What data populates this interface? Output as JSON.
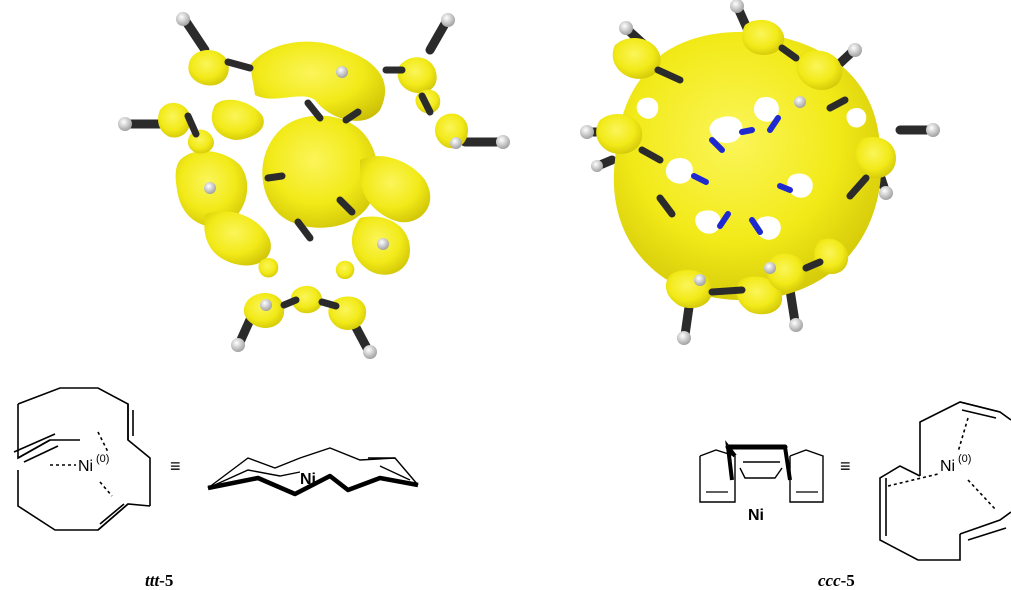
{
  "structures": {
    "left": {
      "metal_label": "Ni",
      "oxidation_state": "(0)",
      "equiv_symbol": "≡",
      "perspective_metal_label": "Ni",
      "compound_prefix": "ttt",
      "compound_suffix": "-5"
    },
    "right": {
      "metal_label": "Ni",
      "oxidation_state": "(0)",
      "equiv_symbol": "≡",
      "perspective_metal_label": "Ni",
      "compound_prefix": "ccc",
      "compound_suffix": "-5"
    }
  },
  "colors": {
    "isosurface": "#f2ea18",
    "isosurface_shade": "#d9cf10",
    "bond": "#2b2b2b",
    "hydrogen": "#d6d6d6",
    "nitrogen_core": "#1e2ad0"
  }
}
